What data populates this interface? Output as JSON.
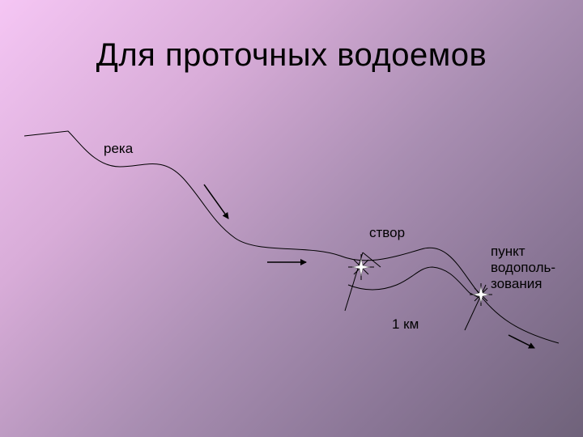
{
  "title": "Для проточных водоемов",
  "labels": {
    "river": "река",
    "section": "створ",
    "distance": "1 км",
    "point_lines": [
      "пункт",
      "водополь-",
      "зования"
    ]
  },
  "colors": {
    "background_start": "#f5c6f4",
    "background_end": "#6f627a",
    "stroke": "#000000",
    "star": "#ffffff"
  },
  "icons": [
    "flow-arrow-icon",
    "star-marker-icon"
  ]
}
